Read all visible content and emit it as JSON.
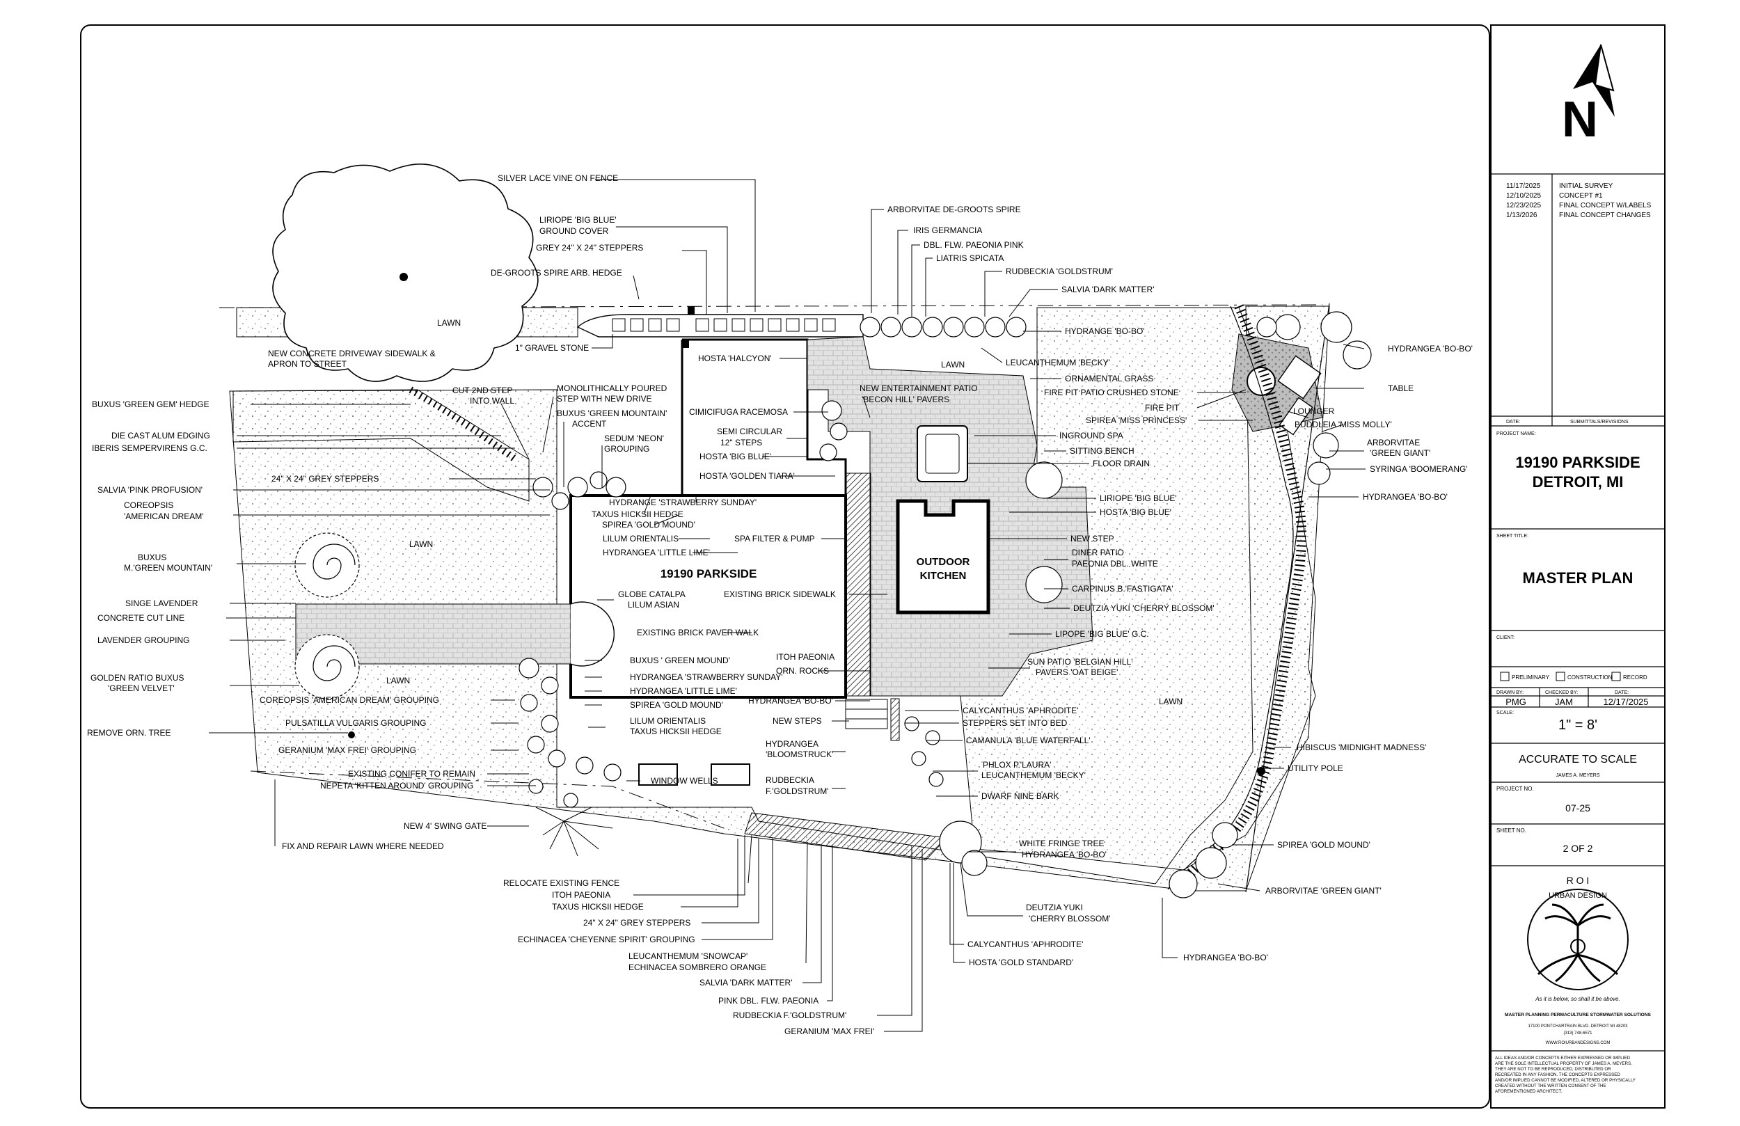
{
  "north": {
    "letter": "N"
  },
  "revisions": {
    "rows": [
      {
        "date": "11/17/2025",
        "desc": "INITIAL SURVEY"
      },
      {
        "date": "12/10/2025",
        "desc": "CONCEPT #1"
      },
      {
        "date": "12/23/2025",
        "desc": "FINAL CONCEPT W/LABELS"
      },
      {
        "date": "1/13/2026",
        "desc": "FINAL CONCEPT CHANGES"
      }
    ],
    "date_header": "DATE:",
    "submittal_header": "SUBMITTALS/REVISIONS"
  },
  "title_block": {
    "project_name_label": "PROJECT NAME:",
    "project_line1": "19190 PARKSIDE",
    "project_line2": "DETROIT, MI",
    "sheet_title_label": "SHEET TITLE:",
    "sheet_title": "MASTER PLAN",
    "client_label": "CLIENT:",
    "status_options": [
      "PRELIMINARY",
      "CONSTRUCTION",
      "RECORD"
    ],
    "drawn_by_label": "DRAWN BY:",
    "checked_by_label": "CHECKED BY:",
    "date_label": "DATE:",
    "drawn_by": "PMG",
    "checked_by": "JAM",
    "date": "12/17/2025",
    "scale_label": "SCALE:",
    "scale": "1\" = 8'",
    "accuracy": "ACCURATE TO SCALE",
    "designer": "JAMES A. MEYERS",
    "project_no_label": "PROJECT NO.",
    "project_no": "07-25",
    "sheet_no_label": "SHEET NO.",
    "sheet_no": "2 OF 2"
  },
  "logo": {
    "top": "R O I",
    "ring": "URBAN DESIGN",
    "motto": "As it is below, so shall it be above.",
    "services": "MASTER PLANNING  PERMACULTURE  STORMWATER SOLUTIONS",
    "address": "17100 PONTCHARTRAIN BLVD.  DETROIT MI 48203",
    "phone": "(313) 748-6571",
    "web": "WWW.ROIURBANDESIGNS.COM"
  },
  "disclaimer": [
    "ALL IDEAS AND/OR CONCEPTS EITHER EXPRESSED OR IMPLIED",
    "ARE THE SOLE INTELLECTUAL PROPERTY OF JAMES A. MEYERS.",
    "THEY ARE NOT TO BE REPRODUCED, DISTRIBUTED OR",
    "RECREATED IN ANY FASHION. THE CONCEPTS EXPRESSED",
    "AND/OR IMPLIED CANNOT BE MODIFIED, ALTERED OR PHYSICALLY",
    "CREATED WITHOUT THE WRITTEN CONSENT OF THE",
    "AFOREMENTIONED ARCHITECT."
  ],
  "plan_text": {
    "house": "19190 PARKSIDE",
    "kitchen_line1": "OUTDOOR",
    "kitchen_line2": "KITCHEN",
    "lawn": "LAWN"
  },
  "labels": [
    "SILVER LACE VINE ON FENCE",
    "LIRIOPE 'BIG BLUE'",
    "GROUND COVER",
    "GREY 24\" X 24\" STEPPERS",
    "DE-GROOTS SPIRE ARB. HEDGE",
    "1\" GRAVEL STONE",
    "NEW CONCRETE DRIVEWAY SIDEWALK &",
    "APRON TO STREET",
    "CUT 2ND STEP",
    "INTO WALL",
    "MONOLITHICALLY POURED",
    "STEP WITH NEW DRIVE",
    "BUXUS 'GREEN MOUNTAIN'",
    "ACCENT",
    "SEDUM 'NEON'",
    "GROUPING",
    "BUXUS 'GREEN GEM' HEDGE",
    "DIE CAST ALUM EDGING",
    "IBERIS SEMPERVIRENS G.C.",
    "24\" X 24\" GREY STEPPERS",
    "SALVIA 'PINK PROFUSION'",
    "COREOPSIS",
    "'AMERICAN DREAM'",
    "BUXUS",
    "M.'GREEN MOUNTAIN'",
    "SINGE LAVENDER",
    "CONCRETE CUT LINE",
    "LAVENDER GROUPING",
    "GOLDEN RATIO BUXUS",
    "'GREEN VELVET'",
    "REMOVE ORN. TREE",
    "COREOPSIS 'AMERICAN DREAM' GROUPING",
    "PULSATILLA VULGARIS GROUPING",
    "GERANIUM 'MAX FREI' GROUPING",
    "EXISTING CONIFER TO REMAIN",
    "NEPETA 'KITTEN AROUND' GROUPING",
    "NEW 4' SWING GATE",
    "FIX AND REPAIR LAWN WHERE NEEDED",
    "ARBORVITAE DE-GROOTS SPIRE",
    "IRIS GERMANCIA",
    "DBL. FLW. PAEONIA PINK",
    "LIATRIS SPICATA",
    "RUDBECKIA 'GOLDSTRUM'",
    "SALVIA 'DARK MATTER'",
    "HYDRANGE 'BO-BO'",
    "LEUCANTHEMUM 'BECKY'",
    "HOSTA 'HALCYON'",
    "NEW ENTERTAINMENT PATIO",
    "'BECON HILL' PAVERS",
    "CIMICIFUGA RACEMOSA",
    "SEMI CIRCULAR",
    "12\" STEPS",
    "HOSTA 'BIG BLUE'",
    "HOSTA 'GOLDEN TIARA'",
    "HYDRANGE 'STRAWBERRY SUNDAY'",
    "TAXUS HICKSII HEDGE",
    "SPIREA 'GOLD MOUND'",
    "LILUM ORIENTALIS",
    "HYDRANGEA 'LITTLE LIME'",
    "SPA FILTER & PUMP",
    "EXISTING BRICK SIDEWALK",
    "GLOBE CATALPA",
    "LILUM ASIAN",
    "EXISTING BRICK PAVER WALK",
    "BUXUS ' GREEN MOUND'",
    "HYDRANGEA 'STRAWBERRY SUNDAY'",
    "HYDRANGEA 'LITTLE LIME'",
    "SPIREA 'GOLD MOUND'",
    "LILUM ORIENTALIS",
    "TAXUS HICKSII HEDGE",
    "WINDOW WELLS",
    "ITOH PAEONIA",
    "ORN. ROCKS",
    "HYDRANGEA 'BO-BO'",
    "NEW STEPS",
    "HYDRANGEA",
    "'BLOOMSTRUCK'",
    "RUDBECKIA",
    "F.'GOLDSTRUM'",
    "ORNAMENTAL GRASS",
    "FIRE PIT PATIO CRUSHED STONE",
    "FIRE PIT",
    "SPIREA 'MISS PRINCESS'",
    "SITTING BENCH",
    "INGROUND SPA",
    "FLOOR DRAIN",
    "LIRIOPE 'BIG BLUE'",
    "HOSTA 'BIG BLUE'",
    "NEW STEP",
    "DINER PATIO",
    "PAEONIA DBL. WHITE",
    "CARPINUS B.'FASTIGATA'",
    "DEUTZIA YUKI 'CHERRY BLOSSOM'",
    "LIPOPE 'BIG BLUE' G.C.",
    "SUN PATIO 'BELGIAN HILL'",
    "PAVERS 'OAT BEIGE'",
    "CALYCANTHUS 'APHRODITE'",
    "STEPPERS SET INTO BED",
    "CAMANULA 'BLUE WATERFALL'",
    "PHLOX P.'LAURA'",
    "LEUCANTHEMUM 'BECKY'",
    "DWARF NINE BARK",
    "WHITE FRINGE TREE",
    "HYDRANGEA 'BO-BO'",
    "DEUTZIA YUKI",
    "'CHERRY BLOSSOM'",
    "CALYCANTHUS 'APHRODITE'",
    "HOSTA 'GOLD STANDARD'",
    "HYDRANGEA 'BO-BO'",
    "TABLE",
    "LOUNGER",
    "BUDDLEIA 'MISS MOLLY'",
    "ARBORVITAE",
    "'GREEN GIANT'",
    "SYRINGA 'BOOMERANG'",
    "HYDRANGEA 'BO-BO'",
    "HIBISCUS  'MIDNIGHT MADNESS'",
    "UTILITY POLE",
    "SPIREA 'GOLD MOUND'",
    "ARBORVITAE 'GREEN GIANT'",
    "HYDRANGEA 'BO-BO'",
    "RELOCATE EXISTING FENCE",
    "ITOH PAEONIA",
    "TAXUS HICKSII HEDGE",
    "24\" X 24\" GREY STEPPERS",
    "ECHINACEA 'CHEYENNE SPIRIT' GROUPING",
    "LEUCANTHEMUM 'SNOWCAP'",
    "ECHINACEA SOMBRERO ORANGE",
    "SALVIA 'DARK MATTER'",
    "PINK DBL. FLW. PAEONIA",
    "RUDBECKIA F.'GOLDSTRUM'",
    "GERANIUM 'MAX FREI'"
  ]
}
